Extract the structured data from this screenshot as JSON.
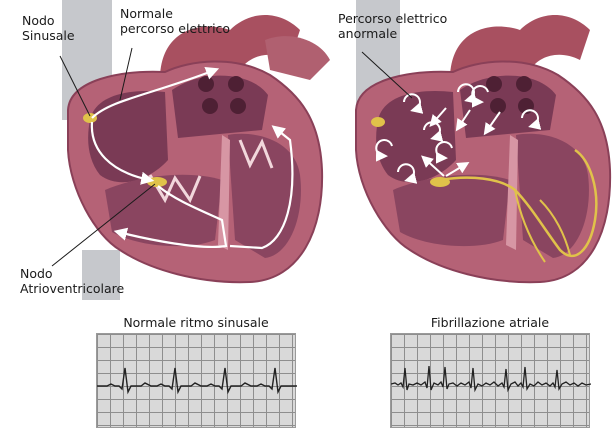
{
  "labels": {
    "nodo_sinusale": "Nodo\nSinusale",
    "normale_percorso": "Normale\npercorso elettrico",
    "percorso_anormale": "Percorso elettrico\nanormale",
    "nodo_av": "Nodo\nAtrioventricolare"
  },
  "ecg": {
    "normal_title": "Normale ritmo sinusale",
    "afib_title": "Fibrillazione atriale"
  },
  "colors": {
    "heart_outer": "#b56276",
    "heart_wall": "#c98190",
    "chamber": "#7a3a55",
    "vessel_gray": "#c6c8cc",
    "node_yellow": "#e0c24a",
    "arrow_white": "#ffffff",
    "ecg_grid_bg": "#d9d9d9",
    "ecg_line": "#222222"
  }
}
